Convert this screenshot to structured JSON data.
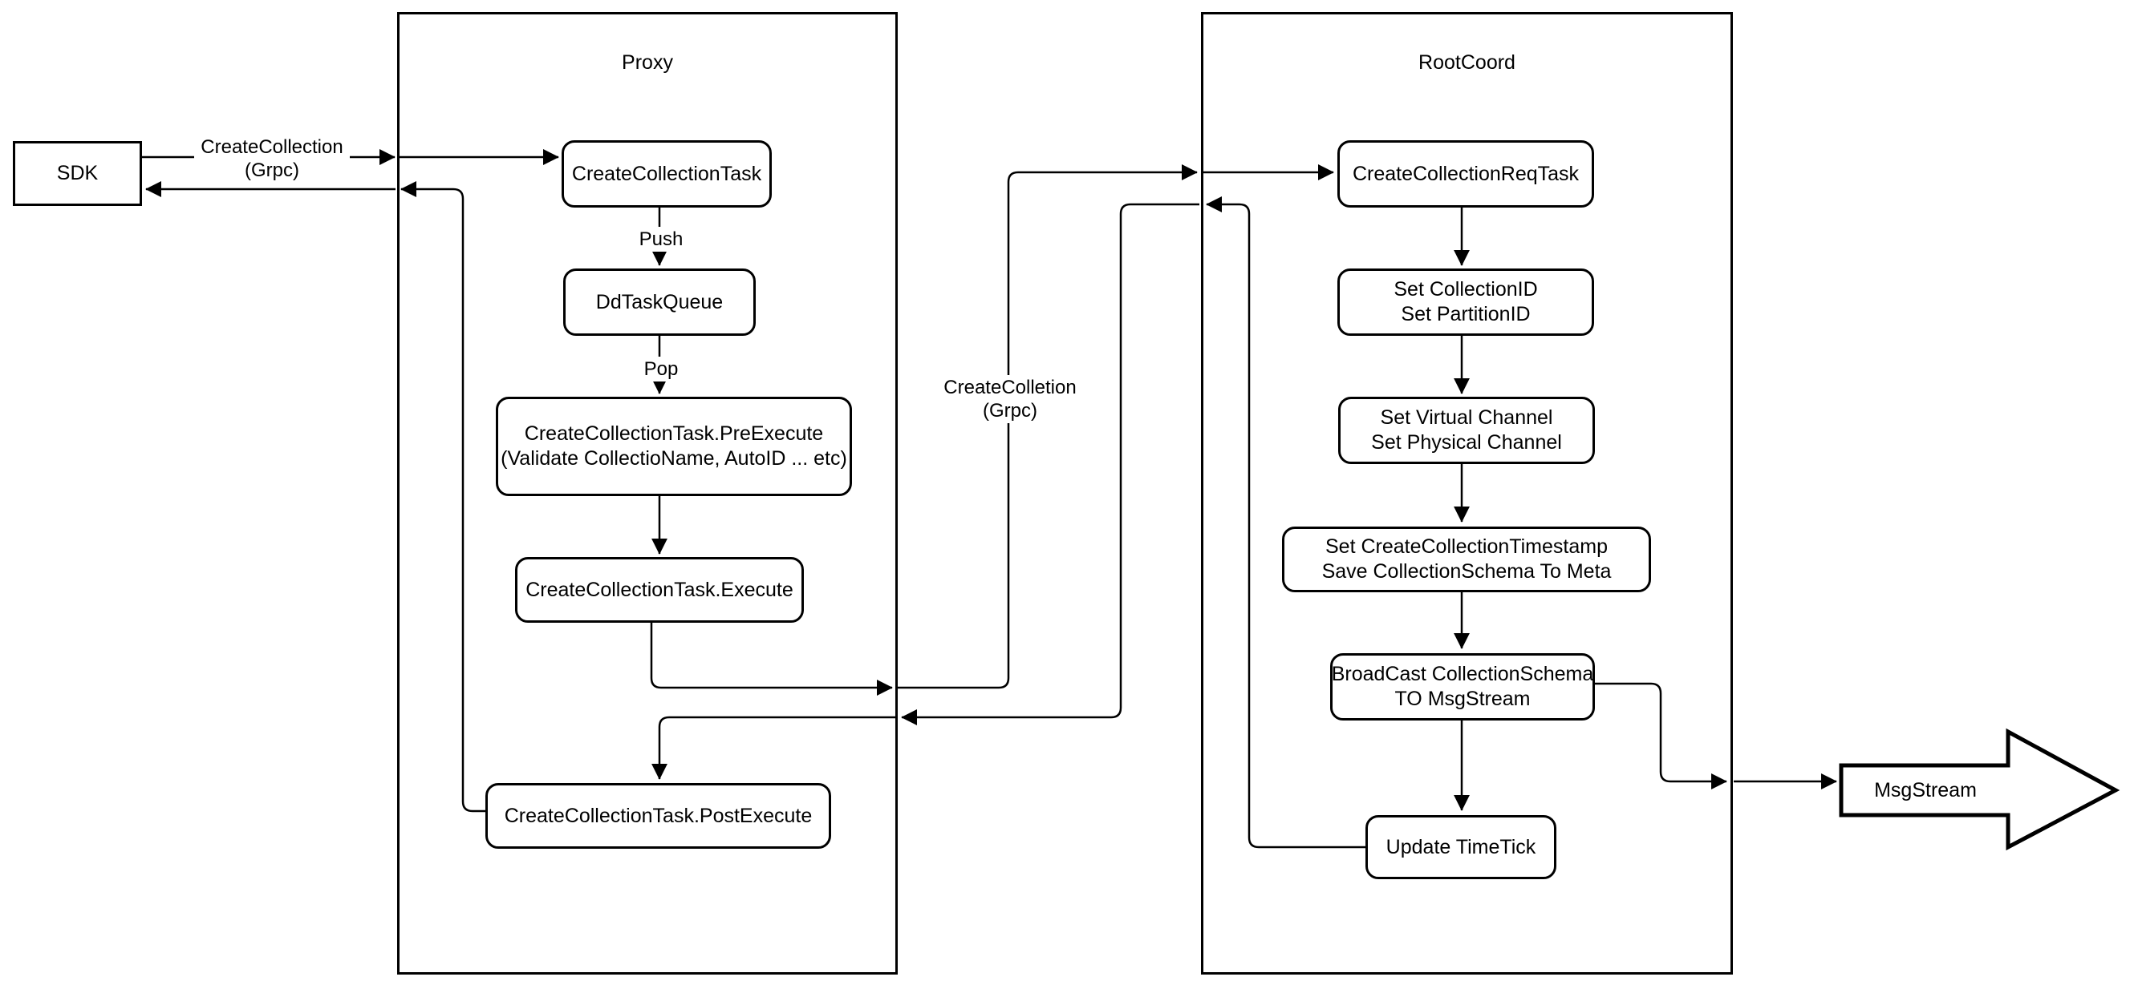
{
  "colors": {
    "background": "#ffffff",
    "stroke": "#000000"
  },
  "sdk": {
    "label": "SDK"
  },
  "containers": {
    "proxy": {
      "title": "Proxy"
    },
    "rootcoord": {
      "title": "RootCoord"
    }
  },
  "nodes": {
    "createCollectionTask": {
      "label": "CreateCollectionTask"
    },
    "ddTaskQueue": {
      "label": "DdTaskQueue"
    },
    "preExecute": {
      "line1": "CreateCollectionTask.PreExecute",
      "line2": "(Validate CollectioName, AutoID ... etc)"
    },
    "execute": {
      "label": "CreateCollectionTask.Execute"
    },
    "postExecute": {
      "label": "CreateCollectionTask.PostExecute"
    },
    "createCollectionReqTask": {
      "label": "CreateCollectionReqTask"
    },
    "setIds": {
      "line1": "Set CollectionID",
      "line2": "Set PartitionID"
    },
    "setChannels": {
      "line1": "Set Virtual Channel",
      "line2": "Set Physical Channel"
    },
    "setTimestamp": {
      "line1": "Set CreateCollectionTimestamp",
      "line2": "Save CollectionSchema To Meta"
    },
    "broadcast": {
      "line1": "BroadCast CollectionSchema",
      "line2": "TO MsgStream"
    },
    "updateTimeTick": {
      "label": "Update TimeTick"
    }
  },
  "edge_labels": {
    "grpc_request": {
      "line1": "CreateCollection",
      "line2": "(Grpc)"
    },
    "push": "Push",
    "pop": "Pop",
    "grpc_forward": {
      "line1": "CreateColletion",
      "line2": "(Grpc)"
    }
  },
  "msgstream": {
    "label": "MsgStream"
  }
}
